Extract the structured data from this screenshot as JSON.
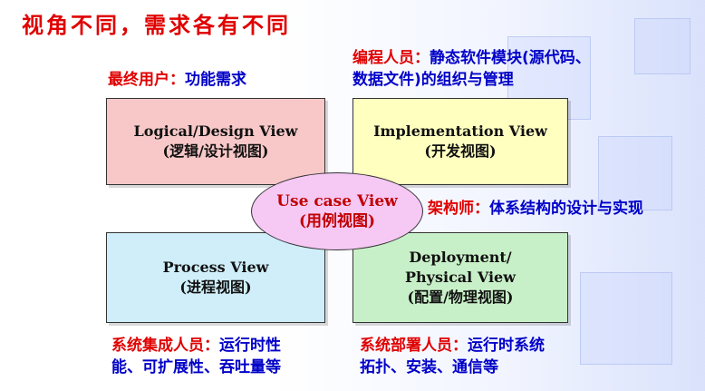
{
  "title": "视角不同，需求各有不同",
  "roles": {
    "end_user": {
      "role": "最终用户：",
      "desc": "功能需求"
    },
    "programmer": {
      "role": "编程人员：",
      "desc_line1": "静态软件模块(源代码、",
      "desc_line2": "数据文件)的组织与管理"
    },
    "architect": {
      "role": "架构师：",
      "desc": "体系结构的设计与实现"
    },
    "integrator": {
      "role": "系统集成人员：",
      "desc_line1": "运行时性",
      "desc_line2": "能、可扩展性、吞吐量等"
    },
    "deployer": {
      "role": "系统部署人员：",
      "desc_line1": "运行时系统",
      "desc_line2": "拓扑、安装、通信等"
    }
  },
  "views": {
    "logical": {
      "line1": "Logical/Design View",
      "line2": "(逻辑/设计视图)"
    },
    "implementation": {
      "line1": "Implementation View",
      "line2": "(开发视图)"
    },
    "process": {
      "line1": "Process View",
      "line2": "(进程视图)"
    },
    "deployment": {
      "line1": "Deployment/",
      "line2": "Physical View",
      "line3": "(配置/物理视图)"
    },
    "use_case": {
      "line1": "Use case View",
      "line2": "(用例视图)"
    }
  },
  "colors": {
    "title": "#e00000",
    "role_label": "#e00000",
    "role_desc": "#0000c8",
    "logical_fill": "#f8c8c8",
    "implementation_fill": "#ffffc0",
    "process_fill": "#cfeefa",
    "deployment_fill": "#c8f0c8",
    "use_case_fill": "#f6c8f4",
    "use_case_text": "#c00000"
  }
}
